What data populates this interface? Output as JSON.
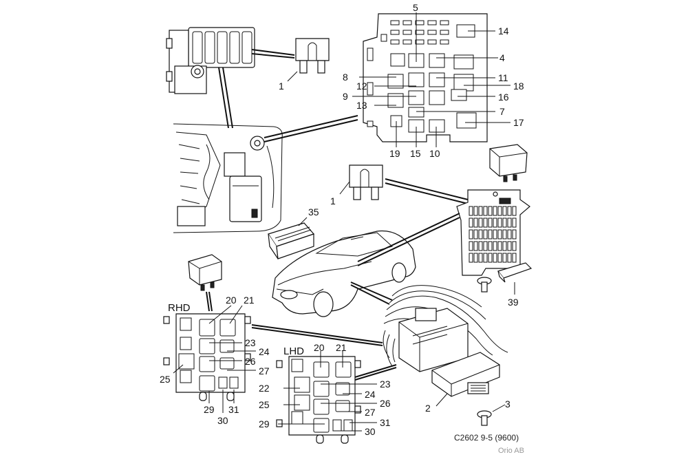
{
  "callouts": {
    "n1a": "1",
    "n1b": "1",
    "n2": "2",
    "n3": "3",
    "n4": "4",
    "n5": "5",
    "n7": "7",
    "n8": "8",
    "n9": "9",
    "n10": "10",
    "n11": "11",
    "n12": "12",
    "n13": "13",
    "n14": "14",
    "n15": "15",
    "n16": "16",
    "n17": "17",
    "n18": "18",
    "n19": "19",
    "n35": "35",
    "n39": "39",
    "r20": "20",
    "r21": "21",
    "r23": "23",
    "r24": "24",
    "r25": "25",
    "r26": "26",
    "r27": "27",
    "r29": "29",
    "r30": "30",
    "r31": "31",
    "l20": "20",
    "l21": "21",
    "l22": "22",
    "l23": "23",
    "l24": "24",
    "l25": "25",
    "l26": "26",
    "l27": "27",
    "l29": "29",
    "l30": "30",
    "l31": "31"
  },
  "labels": {
    "rhd": "RHD",
    "lhd": "LHD",
    "figure_code": "C2602 9-5 (9600)",
    "credit": "Orio AB"
  }
}
